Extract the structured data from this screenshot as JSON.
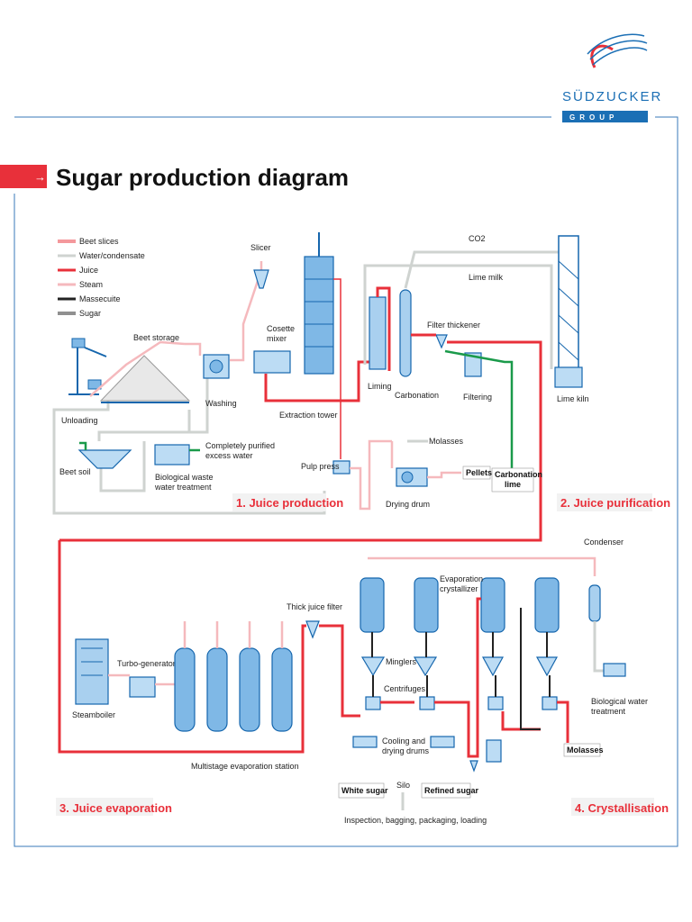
{
  "brand": {
    "name": "SÜDZUCKER",
    "group": "GROUP"
  },
  "title": "Sugar production diagram",
  "legend": [
    {
      "label": "Beet slices",
      "color": "#e8303a"
    },
    {
      "label": "Water/condensate",
      "color": "#cfd3d0"
    },
    {
      "label": "Juice",
      "color": "#e8303a"
    },
    {
      "label": "Steam",
      "color": "#f5b9bd"
    },
    {
      "label": "Massecuite",
      "color": "#222222"
    },
    {
      "label": "Sugar",
      "color": "#222222"
    }
  ],
  "sections": {
    "s1": "1. Juice production",
    "s2": "2. Juice purification",
    "s3": "3. Juice evaporation",
    "s4": "4. Crystallisation"
  },
  "labels": {
    "beet_storage": "Beet storage",
    "slicer": "Slicer",
    "cosette_mixer": "Cosette mixer",
    "washing": "Washing",
    "unloading": "Unloading",
    "extraction_tower": "Extraction tower",
    "beet_soil": "Beet soil",
    "bio_waste": "Biological waste water treatment",
    "purified": "Completely purified excess water",
    "pulp_press": "Pulp press",
    "drying_drum": "Drying drum",
    "molasses_top": "Molasses",
    "pellets": "Pellets",
    "carbonation_lime": "Carbonation lime",
    "co2": "CO2",
    "lime_milk": "Lime milk",
    "filter_thickener": "Filter thickener",
    "liming": "Liming",
    "carbonation": "Carbonation",
    "filtering": "Filtering",
    "lime_kiln": "Lime kiln",
    "condenser": "Condenser",
    "evap_cryst": "Evaporation crystallizer",
    "thick_juice_filter": "Thick juice filter",
    "turbo_generator": "Turbo-generator",
    "steamboiler": "Steamboiler",
    "multistage": "Multistage evaporation station",
    "minglers": "Minglers",
    "centrifuges": "Centrifuges",
    "cooling": "Cooling and drying drums",
    "bio_water": "Biological water treatment",
    "molasses": "Molasses",
    "white_sugar": "White sugar",
    "silo": "Silo",
    "refined_sugar": "Refined sugar",
    "inspection": "Inspection, bagging, packaging, loading"
  },
  "colors": {
    "accent": "#e8303a",
    "brand": "#1b6fb5",
    "vessel": "#7fb8e6",
    "frame": "#3a7ab8"
  }
}
